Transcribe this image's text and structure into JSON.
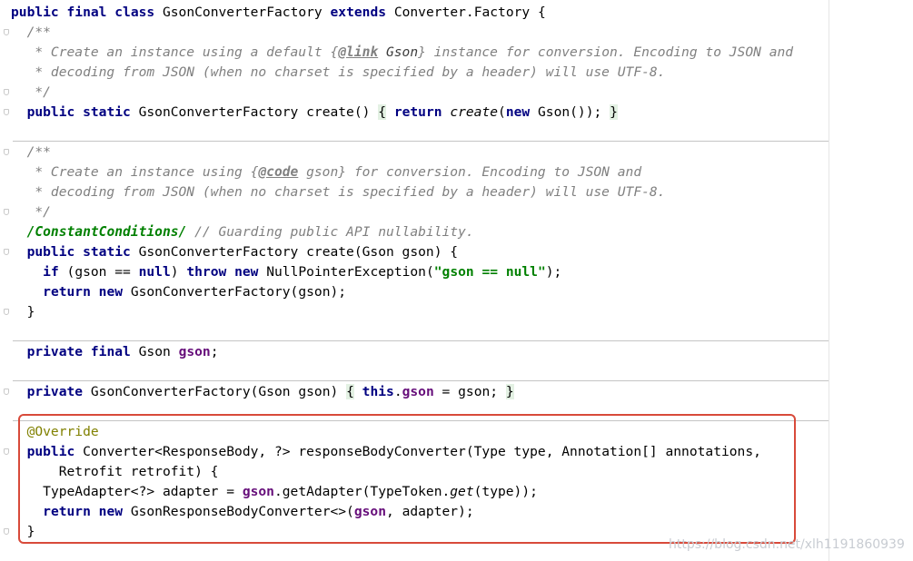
{
  "code": {
    "class_decl": {
      "kw_public": "public",
      "kw_final": "final",
      "kw_class": "class",
      "name": "GsonConverterFactory",
      "kw_extends": "extends",
      "parent": "Converter.Factory",
      "brace": "{"
    },
    "doc1": {
      "open": "/**",
      "l1_a": "* Create an instance using a default {",
      "l1_tag": "@link",
      "l1_b": " Gson",
      "l1_c": "} instance for conversion. Encoding to JSON and",
      "l2": "* decoding from JSON (when no charset is specified by a header) will use UTF-8.",
      "close": "*/"
    },
    "create0": {
      "kw_public": "public",
      "kw_static": "static",
      "sig": "GsonConverterFactory create()",
      "open": "{",
      "kw_return": "return",
      "call": "create",
      "p1": "(",
      "kw_new": "new",
      "rest": "Gson());",
      "close": "}"
    },
    "doc2": {
      "open": "/**",
      "l1_a": "* Create an instance using {",
      "l1_tag": "@code",
      "l1_b": " gson} for conversion. Encoding to JSON and",
      "l2": "* decoding from JSON (when no charset is specified by a header) will use UTF-8.",
      "close": "*/"
    },
    "suppress": {
      "tag": "/ConstantConditions/",
      "comment": "// Guarding public API nullability."
    },
    "create1": {
      "kw_public": "public",
      "kw_static": "static",
      "sig": "GsonConverterFactory create(Gson gson) {"
    },
    "if_line": {
      "kw_if": "if",
      "a": "(gson == ",
      "kw_null": "null",
      "b": ") ",
      "kw_throw": "throw",
      "kw_new": "new",
      "c": "NullPointerException(",
      "str": "\"gson == null\"",
      "d": ");"
    },
    "return1": {
      "kw_return": "return",
      "kw_new": "new",
      "rest": "GsonConverterFactory(gson);"
    },
    "close1": "}",
    "field": {
      "kw_private": "private",
      "kw_final": "final",
      "type": "Gson",
      "name": "gson",
      "semi": ";"
    },
    "ctor": {
      "kw_private": "private",
      "sig": "GsonConverterFactory(Gson gson)",
      "open": "{",
      "kw_this": "this",
      "dot": ".",
      "field": "gson",
      "rest": " = gson;",
      "close": "}"
    },
    "override": "@Override",
    "rbc": {
      "kw_public": "public",
      "sig": "Converter<ResponseBody, ?> responseBodyConverter(Type type, Annotation[] annotations,",
      "cont": "Retrofit retrofit) {"
    },
    "adapter_line": {
      "a": "TypeAdapter<?> adapter = ",
      "field": "gson",
      "b": ".getAdapter(TypeToken.",
      "get": "get",
      "c": "(type));"
    },
    "return2": {
      "kw_return": "return",
      "kw_new": "new",
      "a": "GsonResponseBodyConverter<>(",
      "field": "gson",
      "b": ", adapter);"
    },
    "close2": "}"
  },
  "watermark": "https://blog.csdn.net/xlh1191860939",
  "colors": {
    "keyword": "#000080",
    "comment": "#808080",
    "string": "#008000",
    "field": "#660e7a",
    "annotation": "#808000",
    "highlight_box": "#d84a3a"
  }
}
